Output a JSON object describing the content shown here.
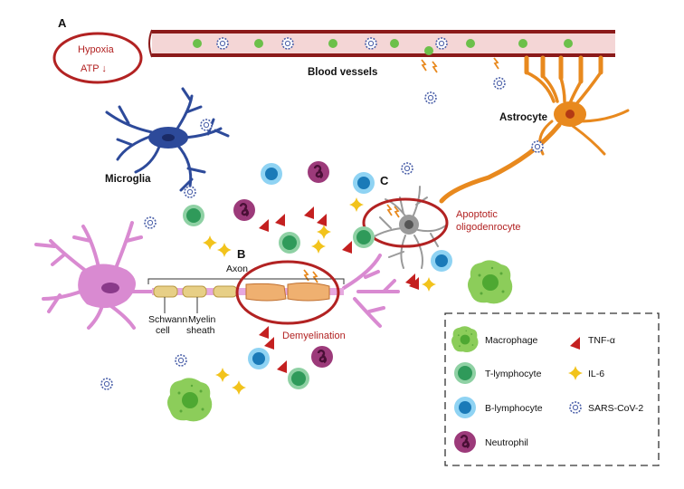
{
  "panels": {
    "a": "A",
    "b": "B",
    "c": "C"
  },
  "panel_a": {
    "hypoxia": "Hypoxia",
    "atp": "ATP ↓"
  },
  "labels": {
    "blood_vessels": "Blood vessels",
    "astrocyte": "Astrocyte",
    "microglia": "Microglia",
    "axon": "Axon",
    "schwann_1": "Schwann",
    "schwann_2": "cell",
    "myelin_1": "Myelin",
    "myelin_2": "sheath",
    "demyelination": "Demyelination",
    "apoptotic_1": "Apoptotic",
    "apoptotic_2": "oligodenrocyte"
  },
  "legend": {
    "macrophage": "Macrophage",
    "t_lymphocyte": "T-lymphocyte",
    "b_lymphocyte": "B-lymphocyte",
    "neutrophil": "Neutrophil",
    "tnf": "TNF-α",
    "il6": "IL-6",
    "sars": "SARS-CoV-2"
  },
  "colors": {
    "vessel": "#8b1a1a",
    "vessel_fill": "#f4d6d6",
    "red_label": "#b22222",
    "microglia": "#2d4a9a",
    "astrocyte": "#e8891e",
    "neuron": "#d98ad1",
    "oligo": "#9a9a9a",
    "macrophage": "#7cc04a",
    "t_cell": "#4caa6a",
    "b_cell": "#3aa6e0",
    "neutrophil": "#8a2f6a",
    "tnf": "#c42020",
    "il6": "#f2c31c",
    "virus": "#4a5fa8"
  }
}
